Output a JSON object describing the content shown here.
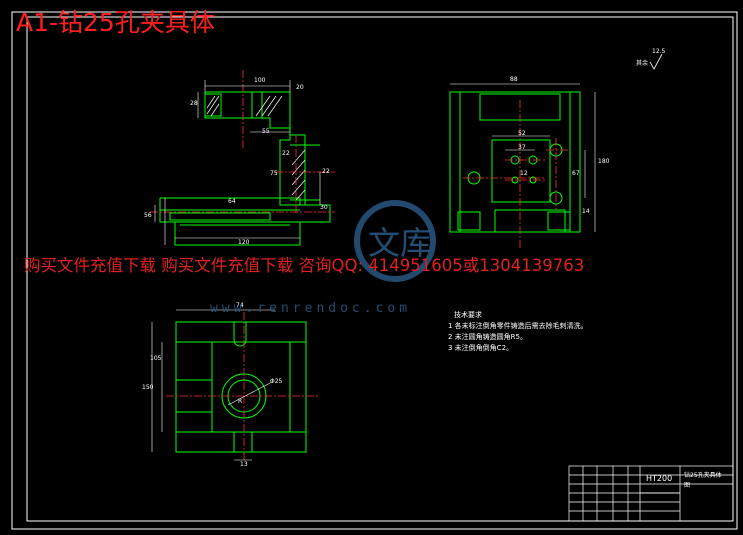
{
  "title": "A1-钻25孔夹具体",
  "watermark": {
    "text": "购买文件充值下载 购买文件充值下载 咨询QQ: 414951605或1304139763",
    "logo_text": "文库",
    "url": "www.renrendoc.com"
  },
  "roughness_note": {
    "label": "其余",
    "value": "12.5"
  },
  "tech_requirements": {
    "heading": "技术要求",
    "items": [
      "1  各未标注倒角零件铸造后需去除毛刺清洗。",
      "2  未注圆角铸造圆角R5。",
      "3  未注倒角倒角C2。"
    ]
  },
  "title_block": {
    "material": "HT200",
    "part_name": "钻25孔夹具体",
    "suffix": "图"
  },
  "dimensions": {
    "top_100": "100",
    "top_20": "20",
    "top_55": "55",
    "left_28": "28",
    "left_22": "22",
    "mid_22": "22",
    "mid_75": "75",
    "mid_64": "64",
    "bot_120": "120",
    "bot_56": "56",
    "bot_30": "30",
    "r_88": "88",
    "r_52": "52",
    "r_37": "37",
    "r_12": "12",
    "r_180": "180",
    "r_67": "67",
    "r_14": "14",
    "p_74": "74",
    "p_105": "105",
    "p_150": "150",
    "p_dia": "Φ25",
    "p_r": "R",
    "p_13": "13"
  },
  "colors": {
    "background": "#000000",
    "outline": "#00ff00",
    "frame": "#ffffff",
    "centerline": "#ff3030",
    "dimension": "#ffffff",
    "hatch": "#ffffff",
    "watermark": "#e02020"
  }
}
